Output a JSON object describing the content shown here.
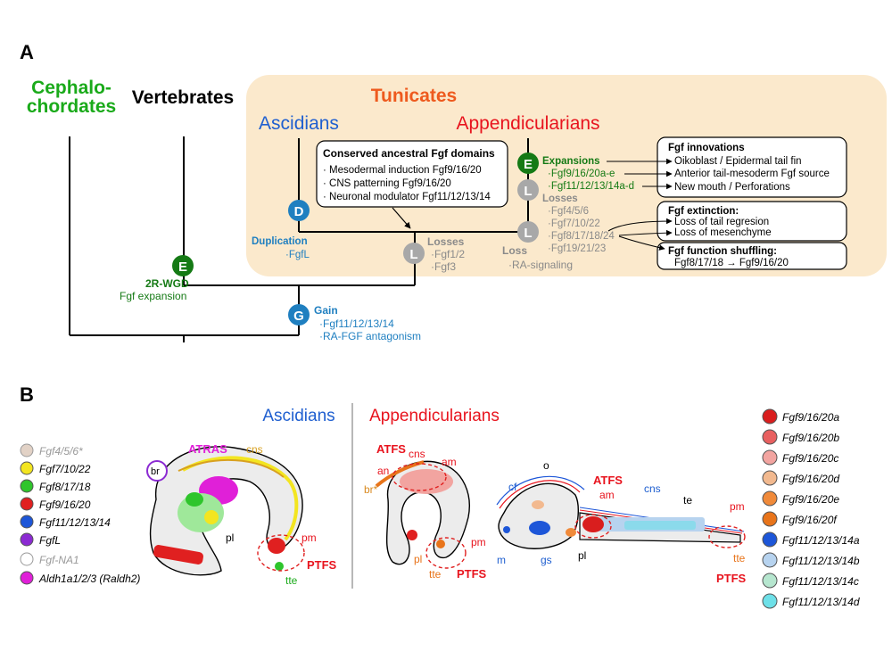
{
  "panelA": {
    "label": "A",
    "tunicates": "Tunicates",
    "cephalo1": "Cephalo-",
    "cephalo2": "chordates",
    "vertebrates": "Vertebrates",
    "ascidians": "Ascidians",
    "appendicularians": "Appendicularians",
    "conserved": {
      "title": "Conserved ancestral Fgf domains",
      "items": [
        "· Mesodermal induction Fgf9/16/20",
        "· CNS patterning Fgf9/16/20",
        "· Neuronal modulator Fgf11/12/13/14"
      ]
    },
    "nodes": {
      "E": "E",
      "D": "D",
      "L": "L",
      "G": "G"
    },
    "duplication": {
      "title": "Duplication",
      "item": "·FgfL"
    },
    "wgd": {
      "title": "2R-WGD",
      "sub": "Fgf expansion"
    },
    "gain": {
      "title": "Gain",
      "items": [
        "·Fgf11/12/13/14",
        "·RA-FGF antagonism"
      ]
    },
    "lossesAsc": {
      "title": "Losses",
      "items": [
        "·Fgf1/2",
        "·Fgf3"
      ]
    },
    "lossApp": {
      "title": "Loss",
      "item": "·RA-signaling"
    },
    "expansions": {
      "title": "Expansions",
      "items": [
        "·Fgf9/16/20a-e",
        "·Fgf11/12/13/14a-d"
      ]
    },
    "lossesApp": {
      "title": "Losses",
      "items": [
        "·Fgf4/5/6",
        "·Fgf7/10/22",
        "·Fgf8/17/18/24",
        "·Fgf19/21/23"
      ]
    },
    "innovations": {
      "title": "Fgf innovations",
      "items": [
        "Oikoblast / Epidermal tail fin",
        "Anterior tail-mesoderm Fgf source",
        "New mouth / Perforations"
      ]
    },
    "extinction": {
      "title": "Fgf extinction:",
      "items": [
        "Loss of tail regresion",
        "Loss of mesenchyme"
      ]
    },
    "shuffling": {
      "title": "Fgf function shuffling:",
      "item": "Fgf8/17/18 → Fgf9/16/20"
    }
  },
  "panelB": {
    "label": "B",
    "ascidians": "Ascidians",
    "appendicularians": "Appendicularians",
    "legendLeft": [
      {
        "label": "Fgf4/5/6*",
        "color": "#e2d2c6",
        "muted": true
      },
      {
        "label": "Fgf7/10/22",
        "color": "#f3e520",
        "muted": false
      },
      {
        "label": "Fgf8/17/18",
        "color": "#2fc52c",
        "muted": false
      },
      {
        "label": "Fgf9/16/20",
        "color": "#e02020",
        "muted": false
      },
      {
        "label": "Fgf11/12/13/14",
        "color": "#1d56d8",
        "muted": false
      },
      {
        "label": "FgfL",
        "color": "#8b2ad2",
        "muted": false
      },
      {
        "label": "Fgf-NA1",
        "color": "#ffffff",
        "muted": true
      },
      {
        "label": "Aldh1a1/2/3 (Raldh2)",
        "color": "#e020d8",
        "muted": false
      }
    ],
    "legendRight": [
      {
        "label": "Fgf9/16/20a",
        "color": "#d91e1e"
      },
      {
        "label": "Fgf9/16/20b",
        "color": "#e86060"
      },
      {
        "label": "Fgf9/16/20c",
        "color": "#f2a4a0"
      },
      {
        "label": "Fgf9/16/20d",
        "color": "#f2b98f"
      },
      {
        "label": "Fgf9/16/20e",
        "color": "#f08a3a"
      },
      {
        "label": "Fgf9/16/20f",
        "color": "#e8741a"
      },
      {
        "label": "Fgf11/12/13/14a",
        "color": "#1d56d8"
      },
      {
        "label": "Fgf11/12/13/14b",
        "color": "#b7d3ef"
      },
      {
        "label": "Fgf11/12/13/14c",
        "color": "#b6e6cf"
      },
      {
        "label": "Fgf11/12/13/14d",
        "color": "#6ee0e8"
      }
    ],
    "asc": {
      "atras": "ATRAS",
      "cns": "cns",
      "br": "br",
      "pl": "pl",
      "pm": "pm",
      "ptfs": "PTFS",
      "tte": "tte"
    },
    "app1": {
      "atfs": "ATFS",
      "cns": "cns",
      "am": "am",
      "an": "an",
      "br": "br*",
      "pl": "pl",
      "tte": "tte",
      "pm": "pm",
      "ptfs": "PTFS"
    },
    "app2": {
      "o": "o",
      "cf": "cf",
      "atfs": "ATFS",
      "am": "am",
      "cns": "cns",
      "te": "te",
      "pm": "pm",
      "tte": "tte",
      "m": "m",
      "gs": "gs",
      "pl": "pl",
      "ptfs": "PTFS"
    }
  },
  "colors": {
    "green": "#1aaa1a",
    "red": "#e8141e",
    "blue": "#1f5fd0",
    "orange": "#ee5a1e",
    "node": "#1f7fc0",
    "dkgreen": "#157a15",
    "gray": "#a8a8a8",
    "panel": "#fbe9cc",
    "magenta": "#e020d8",
    "ochre": "#d8a020"
  }
}
